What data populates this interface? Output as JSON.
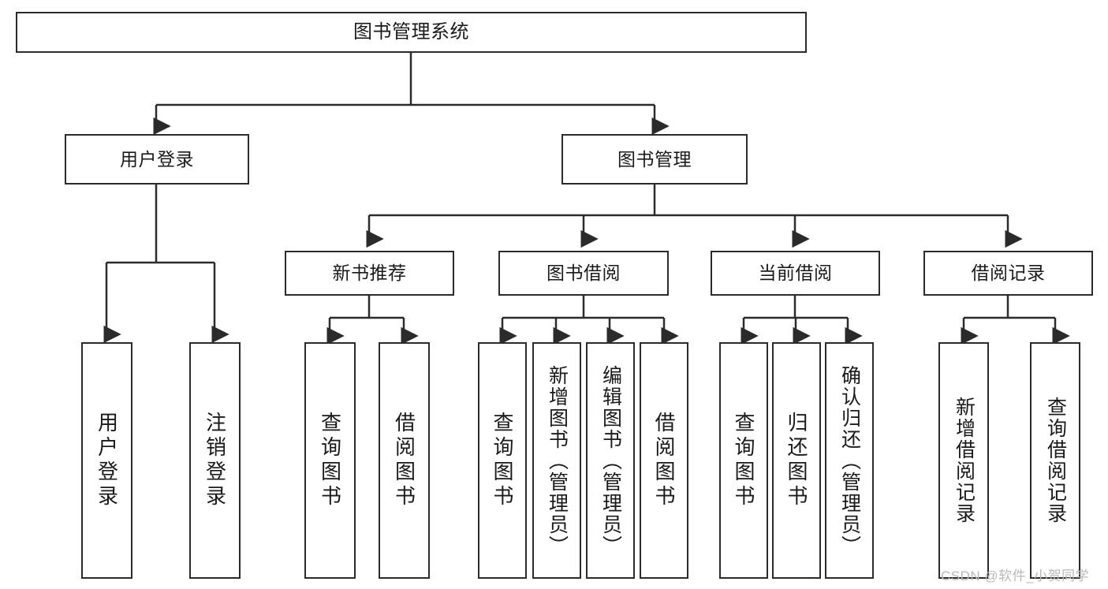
{
  "diagram": {
    "title": "图书管理系统",
    "type": "tree",
    "watermark": "CSDN @软件_小贺同学",
    "colors": {
      "box_border": "#2b2b2b",
      "box_fill": "#ffffff",
      "edge": "#2b2b2b",
      "text": "#1a1a1a",
      "watermark": "#b9b9b9",
      "background": "#ffffff"
    },
    "nodes": {
      "root": {
        "label": "图书管理系统"
      },
      "tier2": [
        {
          "id": "user-login",
          "label": "用户登录"
        },
        {
          "id": "book-manage",
          "label": "图书管理"
        }
      ],
      "tier3": [
        {
          "id": "new-book-rec",
          "label": "新书推荐"
        },
        {
          "id": "book-borrow",
          "label": "图书借阅"
        },
        {
          "id": "current-borrow",
          "label": "当前借阅"
        },
        {
          "id": "borrow-record",
          "label": "借阅记录"
        }
      ],
      "leaves": {
        "user-login": [
          {
            "id": "leaf-user-login",
            "label": "用户登录"
          },
          {
            "id": "leaf-logout-login",
            "label": "注销登录"
          }
        ],
        "new-book-rec": [
          {
            "id": "leaf-query-book-1",
            "label": "查询图书"
          },
          {
            "id": "leaf-borrow-book-1",
            "label": "借阅图书"
          }
        ],
        "book-borrow": [
          {
            "id": "leaf-query-book-2",
            "label": "查询图书"
          },
          {
            "id": "leaf-add-book",
            "label": "新增图书（管理员）"
          },
          {
            "id": "leaf-edit-book",
            "label": "编辑图书（管理员）"
          },
          {
            "id": "leaf-borrow-book-2",
            "label": "借阅图书"
          }
        ],
        "current-borrow": [
          {
            "id": "leaf-query-book-3",
            "label": "查询图书"
          },
          {
            "id": "leaf-return-book",
            "label": "归还图书"
          },
          {
            "id": "leaf-confirm-return",
            "label": "确认归还（管理员）"
          }
        ],
        "borrow-record": [
          {
            "id": "leaf-add-record",
            "label": "新增借阅记录"
          },
          {
            "id": "leaf-query-record",
            "label": "查询借阅记录"
          }
        ]
      }
    }
  }
}
